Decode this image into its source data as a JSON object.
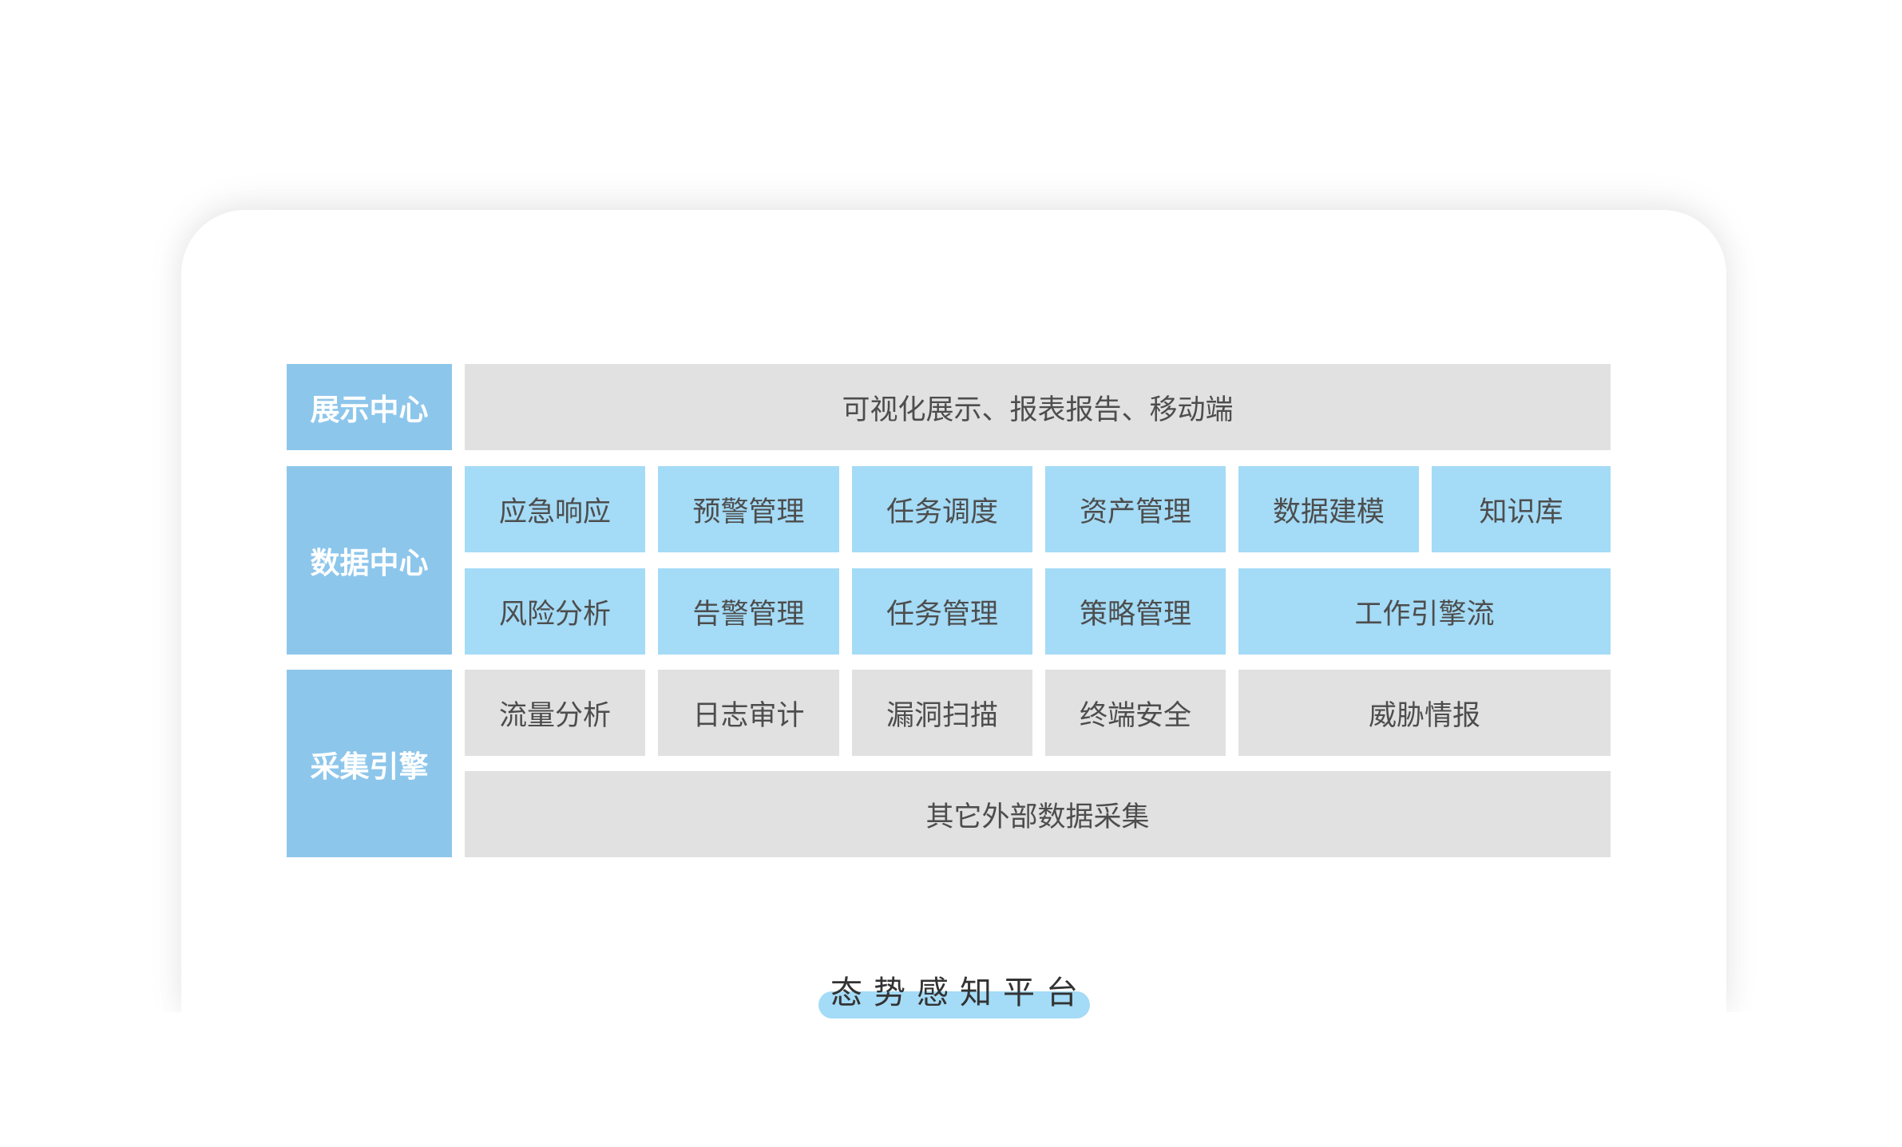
{
  "rows": {
    "display": {
      "label": "展示中心",
      "items": [
        "可视化展示、报表报告、移动端"
      ]
    },
    "data": {
      "label": "数据中心",
      "items": [
        "应急响应",
        "预警管理",
        "任务调度",
        "资产管理",
        "数据建模",
        "知识库",
        "风险分析",
        "告警管理",
        "任务管理",
        "策略管理",
        "工作引擎流"
      ]
    },
    "collect": {
      "label": "采集引擎",
      "items": [
        "流量分析",
        "日志审计",
        "漏洞扫描",
        "终端安全",
        "威胁情报",
        "其它外部数据采集"
      ]
    }
  },
  "platform_title": "态势感知平台",
  "colors": {
    "label_blue": "#8dc6eb",
    "cell_blue": "#a4dbf6",
    "cell_gray": "#e1e1e1",
    "text": "#4d4d4d"
  }
}
